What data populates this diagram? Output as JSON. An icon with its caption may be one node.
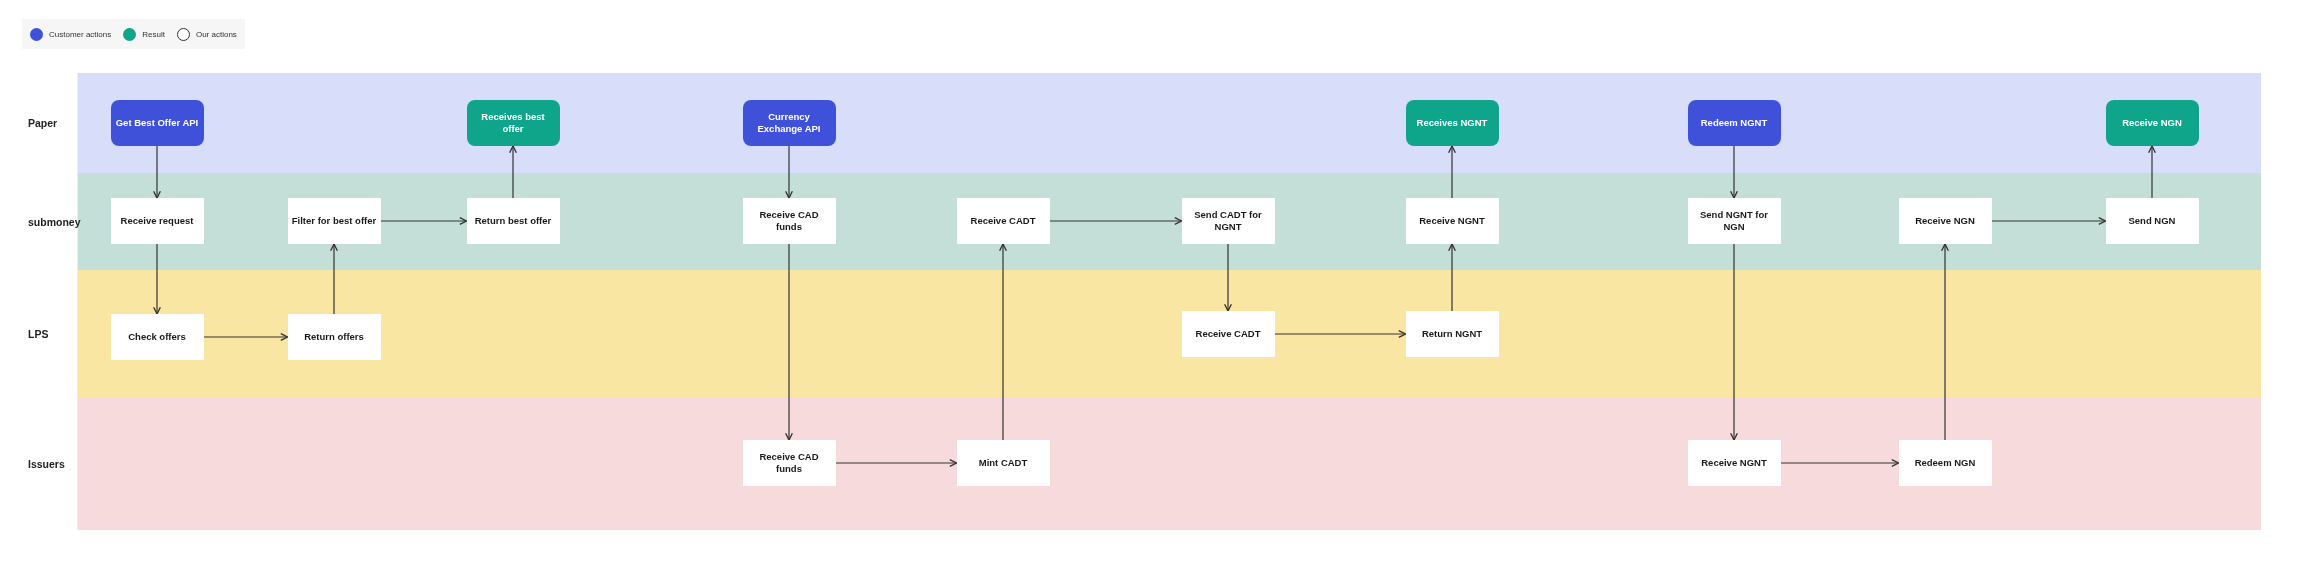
{
  "diagram": {
    "nodes": [
      {
        "text": [
          "Paper"
        ]
      },
      {
        "text": [
          "Get Best Offer API"
        ],
        "in": 0
      },
      {
        "text": [
          "Receives best offer"
        ],
        "in": 0
      },
      {
        "text": [
          "Currency Exchange API"
        ],
        "in": 0
      },
      {
        "text": [
          "Receives NGNT"
        ],
        "in": 0
      },
      {
        "text": [
          "Redeem NGNT"
        ],
        "in": 0
      },
      {
        "text": [
          "Receive NGN"
        ],
        "in": 0
      },
      {
        "text": [
          "submoney"
        ]
      },
      {
        "text": [
          "Receive request"
        ],
        "in": 7
      },
      {
        "text": [
          "Filter for best offer"
        ],
        "in": 7
      },
      {
        "text": [
          "Return best offer"
        ],
        "in": 7
      },
      {
        "text": [
          "Receive CAD funds"
        ],
        "in": 7
      },
      {
        "text": [
          "Receive CADT"
        ],
        "in": 7
      },
      {
        "text": [
          "Send CADT for NGNT"
        ],
        "in": 7
      },
      {
        "text": [
          "Receive NGNT"
        ],
        "in": 7
      },
      {
        "text": [
          "Send NGNT for NGN"
        ],
        "in": 7
      },
      {
        "text": [
          "Receive NGN"
        ],
        "in": 7
      },
      {
        "text": [
          "Send NGN"
        ],
        "in": 7
      },
      {
        "text": [
          "LPS"
        ]
      },
      {
        "text": [
          "Check offers"
        ],
        "in": 18
      },
      {
        "text": [
          "Return offers"
        ],
        "in": 18
      },
      {
        "text": [
          "Receive CADT"
        ],
        "in": 18
      },
      {
        "text": [
          "Return NGNT"
        ],
        "in": 18
      },
      {
        "text": [
          "Issuers"
        ]
      },
      {
        "text": [
          "Receive CAD funds"
        ],
        "in": 23
      },
      {
        "text": [
          "Mint CADT"
        ],
        "in": 23
      },
      {
        "text": [
          "Receive NGNT"
        ],
        "in": 23
      },
      {
        "text": [
          "Redeem NGN"
        ],
        "in": 23
      }
    ],
    "edges": [
      {
        "from": 1,
        "to": 8,
        "arrow": "to"
      },
      {
        "from": 8,
        "to": 19,
        "arrow": "to"
      },
      {
        "from": 19,
        "to": 20,
        "arrow": "to"
      },
      {
        "from": 20,
        "to": 9,
        "arrow": "to"
      },
      {
        "from": 9,
        "to": 10,
        "arrow": "to"
      },
      {
        "from": 10,
        "to": 2,
        "arrow": "to"
      },
      {
        "from": 3,
        "to": 11,
        "arrow": "to"
      },
      {
        "from": 11,
        "to": 24,
        "arrow": "to"
      },
      {
        "from": 24,
        "to": 25,
        "arrow": "to"
      },
      {
        "from": 25,
        "to": 12,
        "arrow": "to"
      },
      {
        "from": 12,
        "to": 13,
        "arrow": "to"
      },
      {
        "from": 13,
        "to": 21,
        "arrow": "to"
      },
      {
        "from": 21,
        "to": 22,
        "arrow": "to"
      },
      {
        "from": 22,
        "to": 14,
        "arrow": "to"
      },
      {
        "from": 14,
        "to": 4,
        "arrow": "to"
      },
      {
        "from": 5,
        "to": 15,
        "arrow": "to"
      },
      {
        "from": 15,
        "to": 26,
        "arrow": "to"
      },
      {
        "from": 26,
        "to": 27,
        "arrow": "to"
      },
      {
        "from": 27,
        "to": 16,
        "arrow": "to"
      },
      {
        "from": 16,
        "to": 17,
        "arrow": "to"
      },
      {
        "from": 17,
        "to": 6,
        "arrow": "to"
      }
    ],
    "legend": [
      {
        "text": "Customer actions",
        "color": "#3f51d9"
      },
      {
        "text": "Result",
        "color": "#0ea58a"
      },
      {
        "text": "Our actions"
      }
    ]
  }
}
